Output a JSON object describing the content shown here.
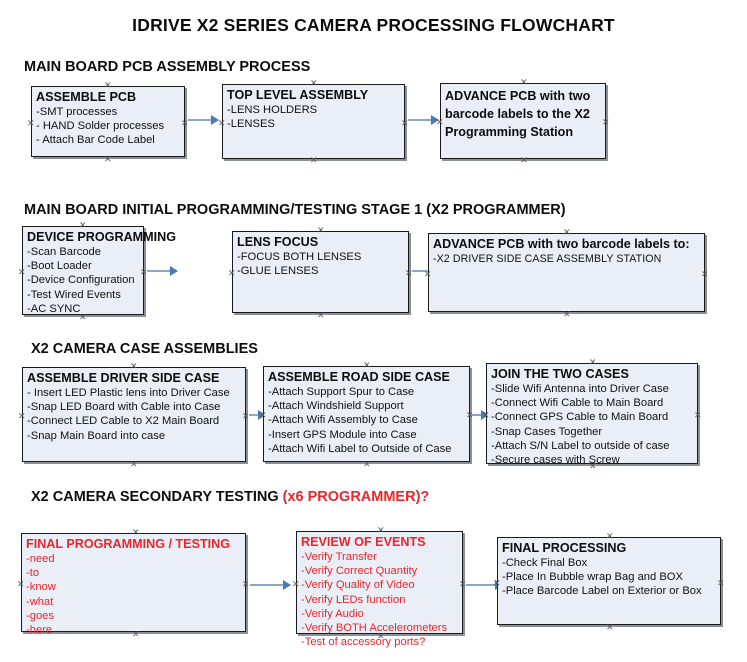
{
  "title": "IDRIVE X2  SERIES CAMERA PROCESSING FLOWCHART",
  "colors": {
    "box_fill": "#e9eef7",
    "box_border": "#1a1a1a",
    "box_shadow": "#787d87",
    "arrow": "#8aa7c4",
    "arrow_head": "#4b79b4",
    "text": "#0d0d0d",
    "accent_red": "#e8262b",
    "page_background": "#ffffff"
  },
  "sections": [
    {
      "id": "main-board-pcb-assembly",
      "heading": "MAIN BOARD PCB ASSEMBLY PROCESS",
      "heading_accent": "",
      "nodes": [
        {
          "id": "assemble-pcb",
          "title": "ASSEMBLE PCB",
          "lines": [
            "-SMT processes",
            "- HAND Solder processes",
            "- Attach Bar Code Label"
          ]
        },
        {
          "id": "top-level-assembly",
          "title": "TOP LEVEL ASSEMBLY",
          "lines": [
            "-LENS HOLDERS",
            "-LENSES"
          ]
        },
        {
          "id": "advance-pcb-to-x2-programming-station",
          "title": "ADVANCE PCB with two barcode labels to the  X2 Programming Station",
          "lines": []
        }
      ]
    },
    {
      "id": "main-board-initial-programming",
      "heading": "MAIN BOARD INITIAL PROGRAMMING/TESTING STAGE 1 (X2 PROGRAMMER)",
      "heading_accent": "",
      "nodes": [
        {
          "id": "device-programming",
          "title": "DEVICE PROGRAMMING",
          "lines": [
            "-Scan Barcode",
            "-Boot Loader",
            "-Device Configuration",
            "-Test Wired Events",
            "-AC SYNC"
          ]
        },
        {
          "id": "lens-focus",
          "title": "LENS FOCUS",
          "lines": [
            "-FOCUS BOTH LENSES",
            "-GLUE LENSES"
          ]
        },
        {
          "id": "advance-pcb-to-driver-side-case-station",
          "title": "ADVANCE PCB with two barcode labels to:",
          "lines": [
            "-X2 DRIVER  SIDE  CASE  ASSEMBLY STATION"
          ]
        }
      ]
    },
    {
      "id": "x2-camera-case-assemblies",
      "heading": "X2 CAMERA CASE ASSEMBLIES",
      "heading_accent": "",
      "nodes": [
        {
          "id": "assemble-driver-side-case",
          "title": "ASSEMBLE DRIVER SIDE CASE",
          "lines": [
            "- Insert LED Plastic lens into Driver Case",
            "-Snap LED Board with Cable into Case",
            "-Connect LED Cable to X2 Main Board",
            "-Snap Main Board into case"
          ]
        },
        {
          "id": "assemble-road-side-case",
          "title": "ASSEMBLE ROAD SIDE CASE",
          "lines": [
            "-Attach Support Spur to Case",
            "-Attach Windshield Support",
            "-Attach Wifi Assembly to Case",
            "-Insert GPS Module into Case",
            "-Attach Wifi Label to Outside of Case"
          ]
        },
        {
          "id": "join-the-two-cases",
          "title": "JOIN THE TWO CASES",
          "lines": [
            "-Slide Wifi Antenna into Driver Case",
            "-Connect Wifi Cable to Main Board",
            "-Connect GPS Cable to Main Board",
            "-Snap Cases Together",
            "-Attach S/N Label to outside of case",
            "-Secure cases with Screw"
          ]
        }
      ]
    },
    {
      "id": "x2-camera-secondary-testing",
      "heading": "X2 CAMERA SECONDARY TESTING ",
      "heading_accent": "(x6 PROGRAMMER)?",
      "nodes": [
        {
          "id": "final-programming-testing",
          "title": "FINAL PROGRAMMING / TESTING",
          "lines": [
            "-need",
            "-to",
            "-know",
            "-what",
            "-goes",
            "-here"
          ]
        },
        {
          "id": "review-of-events",
          "title": "REVIEW OF EVENTS",
          "lines": [
            "-Verify Transfer",
            "-Verify Correct Quantity",
            "-Verify Quality of Video",
            "-Verify LEDs function",
            "-Verify Audio",
            "-Verify BOTH Accelerometers",
            "-Test of accessory ports?"
          ]
        },
        {
          "id": "final-processing",
          "title": "FINAL PROCESSING",
          "lines": [
            "-Check Final Box",
            "-Place In Bubble wrap Bag and BOX",
            "-Place Barcode Label on Exterior or Box"
          ]
        }
      ]
    }
  ]
}
